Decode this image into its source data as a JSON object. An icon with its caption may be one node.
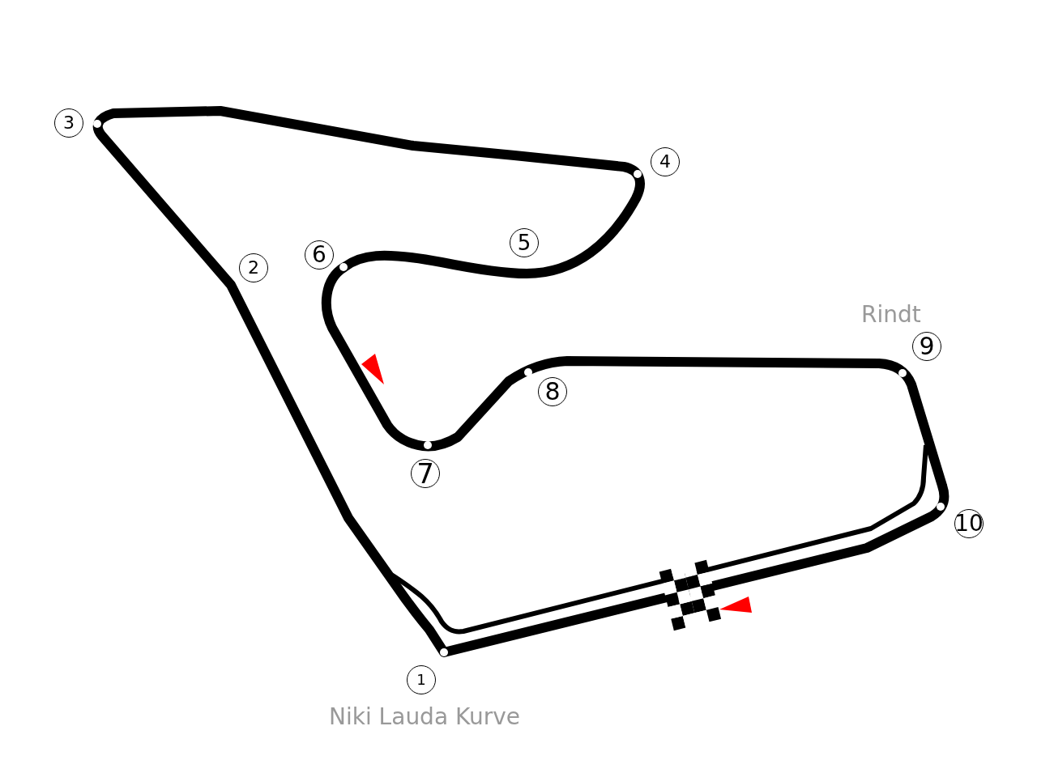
{
  "diagram": {
    "labels": [
      "3",
      "4",
      "5",
      "6",
      "2",
      "Rindt",
      "9",
      "8",
      "7",
      "10",
      "1",
      "Niki Lauda Kurve"
    ]
  }
}
